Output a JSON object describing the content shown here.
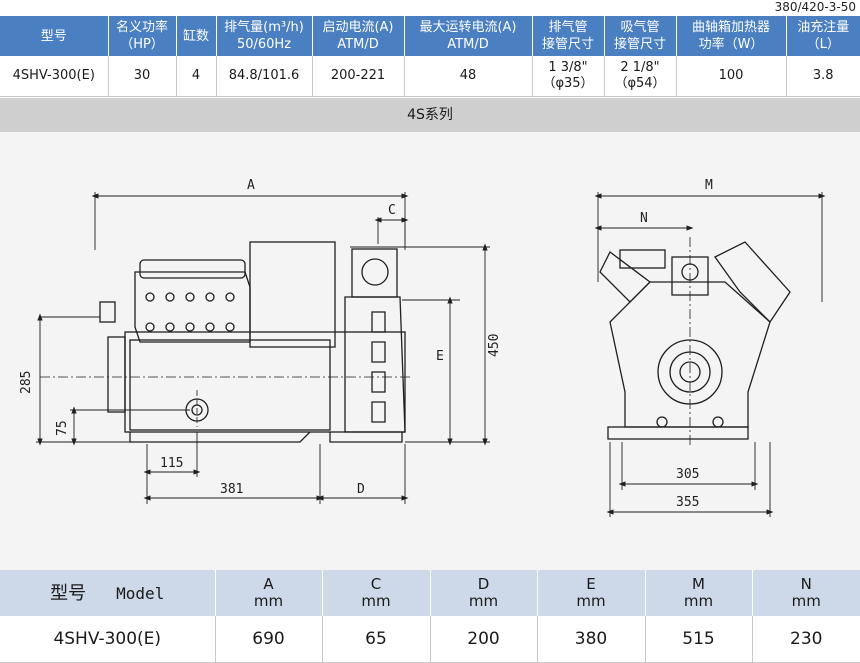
{
  "voltage_code": "380/420-3-50",
  "spec_table": {
    "headers": [
      [
        "型号",
        ""
      ],
      [
        "名义功率",
        "（HP）"
      ],
      [
        "缸数",
        ""
      ],
      [
        "排气量(m³/h)",
        "50/60Hz"
      ],
      [
        "启动电流(A)",
        "ATM/D"
      ],
      [
        "最大运转电流(A)",
        "ATM/D"
      ],
      [
        "排气管",
        "接管尺寸"
      ],
      [
        "吸气管",
        "接管尺寸"
      ],
      [
        "曲轴箱加热器",
        "功率（W）"
      ],
      [
        "油充注量",
        "（L）"
      ]
    ],
    "row": [
      [
        "4SHV-300(E)",
        ""
      ],
      [
        "30",
        ""
      ],
      [
        "4",
        ""
      ],
      [
        "84.8/101.6",
        ""
      ],
      [
        "200-221",
        ""
      ],
      [
        "48",
        ""
      ],
      [
        "1 3/8\"",
        "（φ35）"
      ],
      [
        "2 1/8\"",
        "（φ54）"
      ],
      [
        "100",
        ""
      ],
      [
        "3.8",
        ""
      ]
    ]
  },
  "series_title": "4S系列",
  "drawing": {
    "left_labels": {
      "A": "A",
      "C": "C",
      "E": "E",
      "h450": "450",
      "h285": "285",
      "h75": "75",
      "w115": "115",
      "w381": "381",
      "D": "D"
    },
    "right_labels": {
      "M": "M",
      "N": "N",
      "w305": "305",
      "w355": "355"
    },
    "line_color": "#1f1f1f"
  },
  "dims_table": {
    "header_model_cn": "型号",
    "header_model_en": "Model",
    "columns": [
      {
        "letter": "A",
        "unit": "mm"
      },
      {
        "letter": "C",
        "unit": "mm"
      },
      {
        "letter": "D",
        "unit": "mm"
      },
      {
        "letter": "E",
        "unit": "mm"
      },
      {
        "letter": "M",
        "unit": "mm"
      },
      {
        "letter": "N",
        "unit": "mm"
      }
    ],
    "row": {
      "model": "4SHV-300(E)",
      "values": [
        "690",
        "65",
        "200",
        "380",
        "515",
        "230"
      ]
    }
  }
}
